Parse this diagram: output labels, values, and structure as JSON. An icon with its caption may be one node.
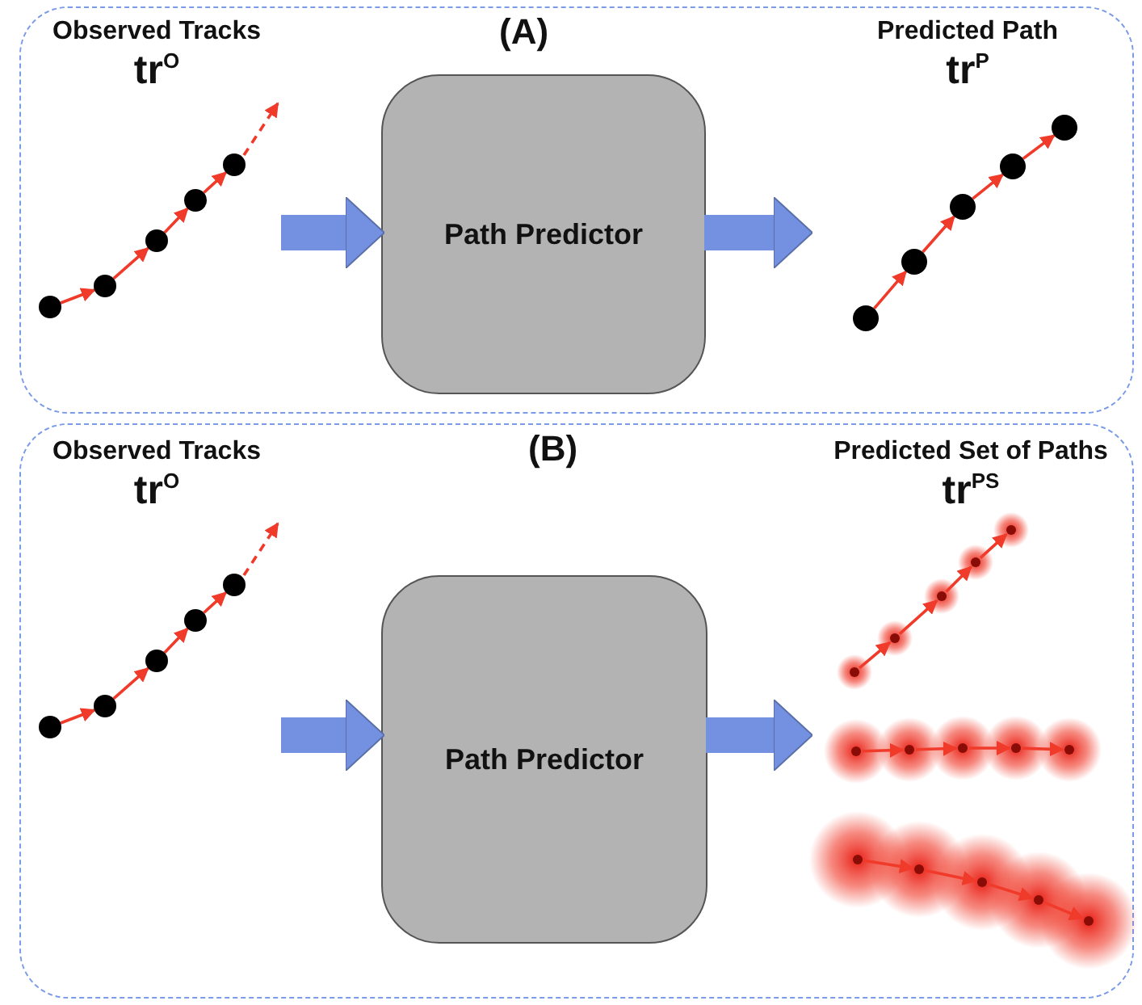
{
  "diagram": {
    "nodes": [
      {
        "text": [
          "(A)"
        ]
      },
      {
        "text": [
          "Observed Tracks",
          "tr$^{O}$"
        ],
        "in": 0
      },
      {
        "text": [
          "Path Predictor"
        ],
        "in": 0
      },
      {
        "text": [
          "Predicted Path",
          "tr$^{P}$"
        ],
        "in": 0
      },
      {
        "text": [
          "(B)"
        ]
      },
      {
        "text": [
          "Observed Tracks",
          "tr$^{O}$"
        ],
        "in": 4
      },
      {
        "text": [
          "Path Predictor"
        ],
        "in": 4
      },
      {
        "text": [
          "Predicted Set of Paths",
          "tr$^{PS}$"
        ],
        "in": 4
      }
    ],
    "edges": [
      {
        "from": 1,
        "to": 2,
        "arrow": "to"
      },
      {
        "from": 2,
        "to": 3,
        "arrow": "to"
      },
      {
        "from": 5,
        "to": 6,
        "arrow": "to"
      },
      {
        "from": 6,
        "to": 7,
        "arrow": "to"
      }
    ]
  }
}
